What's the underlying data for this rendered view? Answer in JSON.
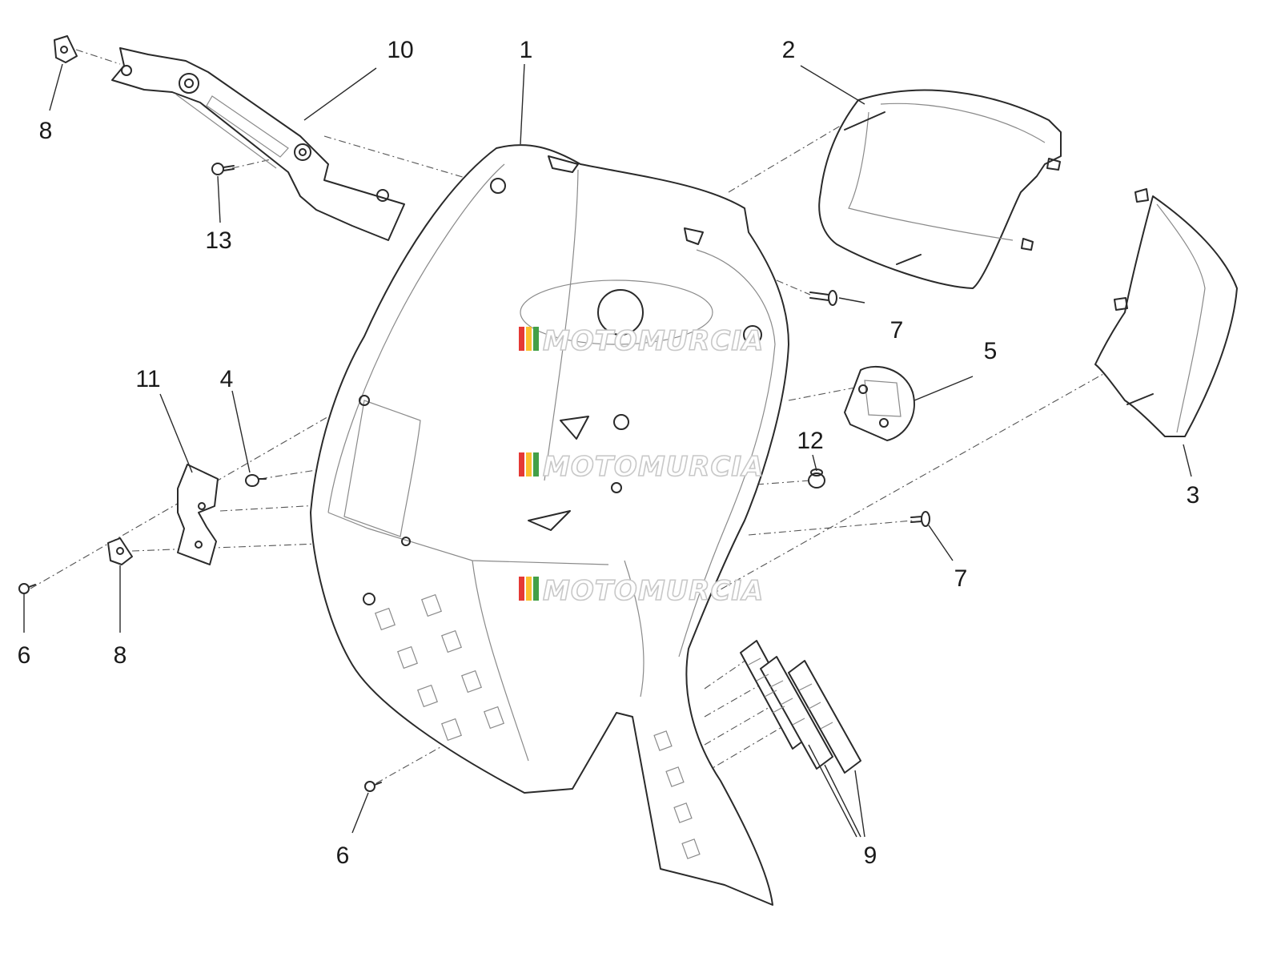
{
  "callouts": {
    "c1": "1",
    "c2": "2",
    "c3": "3",
    "c4": "4",
    "c5": "5",
    "c6a": "6",
    "c6b": "6",
    "c7a": "7",
    "c7b": "7",
    "c8a": "8",
    "c8b": "8",
    "c9": "9",
    "c10": "10",
    "c11": "11",
    "c12": "12",
    "c13": "13"
  },
  "watermark": {
    "text": "MOTOMURCIA",
    "stripe_colors": [
      "#e53935",
      "#fbc02d",
      "#43a047"
    ]
  }
}
